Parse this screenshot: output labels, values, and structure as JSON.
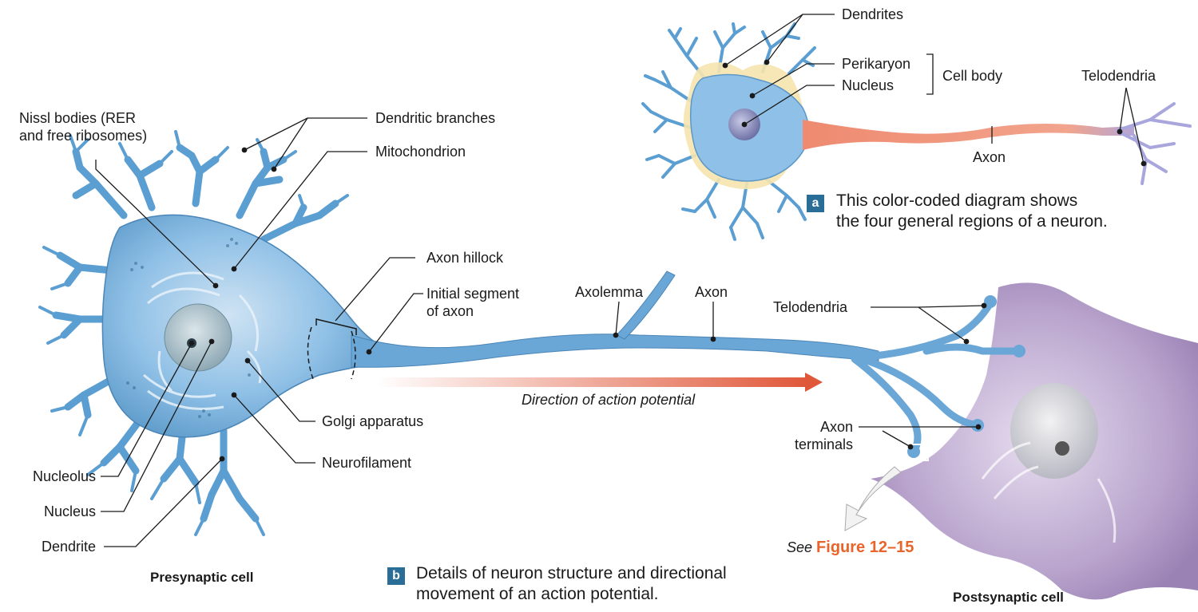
{
  "panel_a": {
    "badge": "a",
    "caption": "This color-coded diagram shows\nthe four general regions of a neuron.",
    "labels": {
      "dendrites": "Dendrites",
      "perikaryon": "Perikaryon",
      "nucleus": "Nucleus",
      "cell_body": "Cell body",
      "telodendria": "Telodendria",
      "axon": "Axon"
    }
  },
  "panel_b": {
    "badge": "b",
    "caption": "Details of neuron structure and directional\nmovement of an action potential.",
    "labels": {
      "nissl_bodies": "Nissl bodies (RER\nand free ribosomes)",
      "dendritic_branches": "Dendritic branches",
      "mitochondrion": "Mitochondrion",
      "axon_hillock": "Axon hillock",
      "initial_segment": "Initial segment\nof axon",
      "axolemma": "Axolemma",
      "axon": "Axon",
      "telodendria": "Telodendria",
      "axon_terminals": "Axon\nterminals",
      "golgi_apparatus": "Golgi apparatus",
      "neurofilament": "Neurofilament",
      "nucleolus": "Nucleolus",
      "nucleus": "Nucleus",
      "dendrite": "Dendrite",
      "direction": "Direction of action potential",
      "presynaptic": "Presynaptic cell",
      "postsynaptic": "Postsynaptic cell",
      "see_prefix": "See",
      "see_figure": "Figure 12–15"
    }
  },
  "colors": {
    "neuron_blue": "#7fb4dd",
    "neuron_outline": "#4a86b8",
    "dendrite_yellow": "#f6e4ae",
    "axon_orange": "#f0947a",
    "telodendria_lavender": "#a9a6dd",
    "postsynaptic_purple": "#b29cc6",
    "arrow_orange": "#e0583a",
    "caption_badge": "#2a6d96",
    "figure_ref": "#e8642a"
  }
}
